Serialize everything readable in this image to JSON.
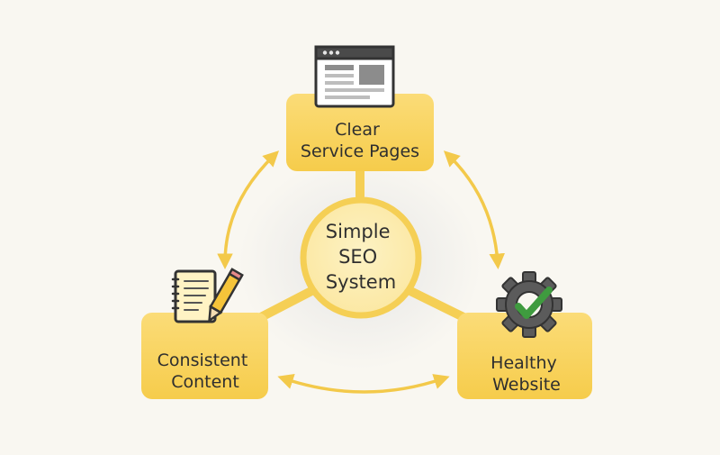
{
  "diagram": {
    "hub": {
      "lines": [
        "Simple",
        "SEO",
        "System"
      ]
    },
    "nodes": {
      "top": {
        "lines": [
          "Clear",
          "Service Pages"
        ],
        "icon": "browser-window-icon"
      },
      "left": {
        "lines": [
          "Consistent",
          "Content"
        ],
        "icon": "notepad-pencil-icon"
      },
      "right": {
        "lines": [
          "Healthy",
          "Website"
        ],
        "icon": "gear-check-icon"
      }
    },
    "colors": {
      "background": "#f9f7f1",
      "box_fill": "#f8d156",
      "box_light": "#fbe08a",
      "connector": "#f5cf55",
      "arrow": "#f3c94a",
      "outline": "#333333",
      "gear": "#5b5b5b",
      "check": "#3f9b3f"
    }
  }
}
